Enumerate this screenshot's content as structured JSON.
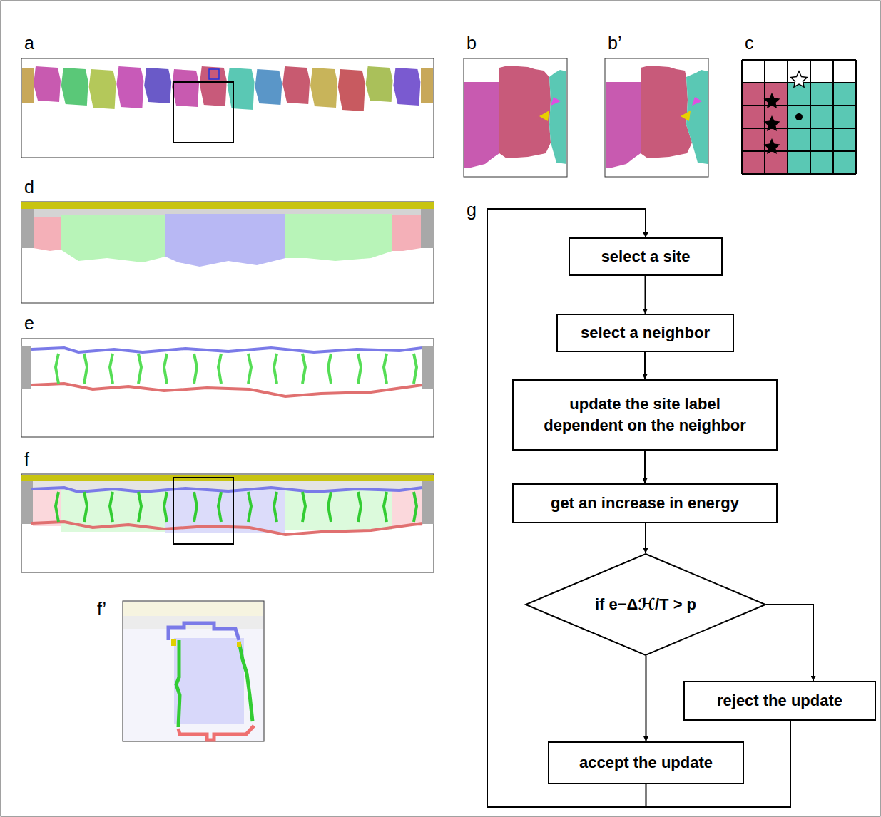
{
  "diagram": {
    "nodes": [
      {
        "text": [
          "select a site"
        ]
      },
      {
        "text": [
          "select a neighbor"
        ]
      },
      {
        "text": [
          "update the site label dependent on the neighbor"
        ]
      },
      {
        "text": [
          "get an increase in energy"
        ]
      },
      {
        "text": [
          "if e−Δℋ/T > p"
        ]
      },
      {
        "text": [
          "reject the update"
        ]
      },
      {
        "text": [
          "accept the update"
        ]
      }
    ],
    "edges": [
      {
        "from": 0,
        "to": 1,
        "arrow": "to"
      },
      {
        "from": 1,
        "to": 2,
        "arrow": "to"
      },
      {
        "from": 2,
        "to": 3,
        "arrow": "to"
      },
      {
        "from": 3,
        "to": 4,
        "arrow": "to"
      },
      {
        "from": 4,
        "to": 6,
        "arrow": "to"
      },
      {
        "from": 4,
        "to": 5,
        "arrow": "to"
      },
      {
        "from": 6,
        "to": 0,
        "arrow": "to"
      },
      {
        "from": 5,
        "to": 0,
        "arrow": "to"
      }
    ],
    "labels": [
      "a",
      "b",
      "b’",
      "c",
      "d",
      "e",
      "f",
      "f’",
      "g"
    ]
  }
}
